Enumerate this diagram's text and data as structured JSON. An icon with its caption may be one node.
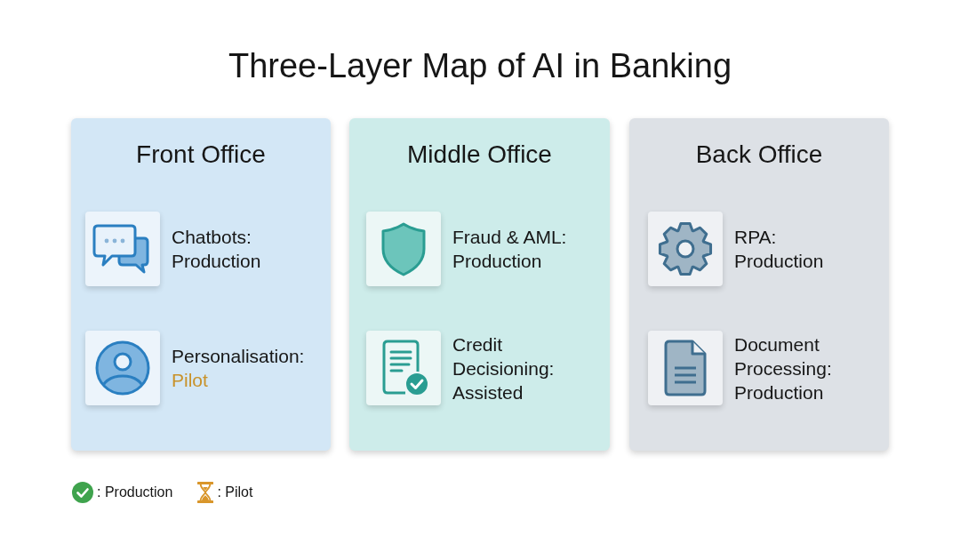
{
  "diagram": {
    "title": "Three-Layer Map of AI in Banking",
    "nodes": [
      {
        "text": [
          "Front Office"
        ]
      },
      {
        "text": [
          "Chatbots:",
          "Production"
        ],
        "in": 0
      },
      {
        "text": [
          "Personalisation:",
          "Pilot"
        ],
        "in": 0
      },
      {
        "text": [
          "Middle Office"
        ]
      },
      {
        "text": [
          "Fraud & AML:",
          "Production"
        ],
        "in": 3
      },
      {
        "text": [
          "Credit Decisioning:",
          "Assisted"
        ],
        "in": 3
      },
      {
        "text": [
          "Back Office"
        ]
      },
      {
        "text": [
          "RPA:",
          "Production"
        ],
        "in": 6
      },
      {
        "text": [
          "Document Processing:",
          "Production"
        ],
        "in": 6
      }
    ],
    "legend": [
      {
        "text": ": Production"
      },
      {
        "text": ": Pilot"
      }
    ]
  }
}
